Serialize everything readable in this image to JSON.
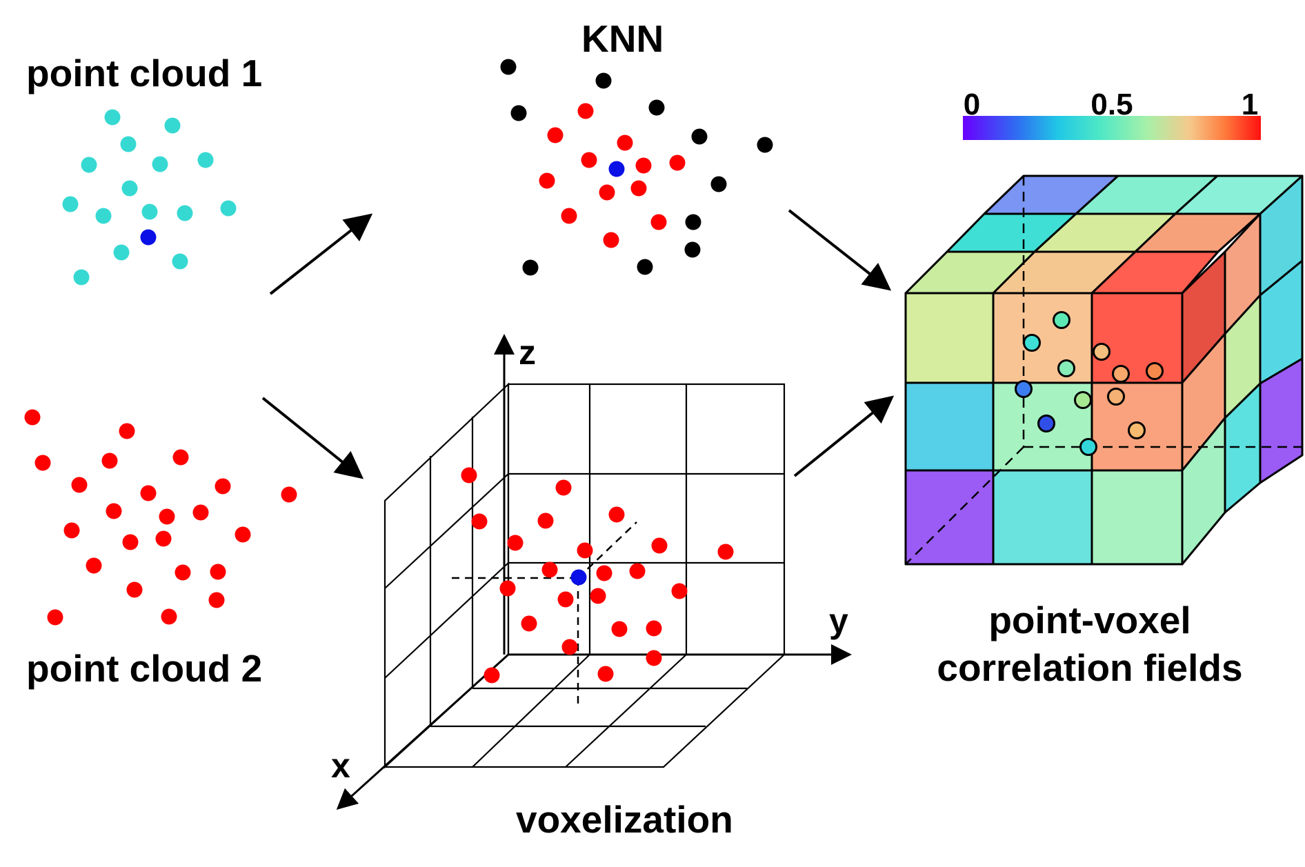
{
  "labels": {
    "point_cloud_1": "point cloud 1",
    "point_cloud_2": "point cloud 2",
    "knn": "KNN",
    "voxelization": "voxelization",
    "result_line1": "point-voxel",
    "result_line2": "correlation fields",
    "axis_x": "x",
    "axis_y": "y",
    "axis_z": "z"
  },
  "colorbar": {
    "ticks": [
      "0",
      "0.5",
      "1"
    ],
    "colors": [
      "#6a00ff",
      "#2f6df2",
      "#21c8e6",
      "#4ee8c6",
      "#a8f0a8",
      "#f5c98c",
      "#ff7a3c",
      "#ff1010"
    ]
  },
  "colors": {
    "cloud1": "#36d9d2",
    "query": "#0a10e6",
    "cloud2": "#ff0000",
    "knn_other": "#000000"
  }
}
